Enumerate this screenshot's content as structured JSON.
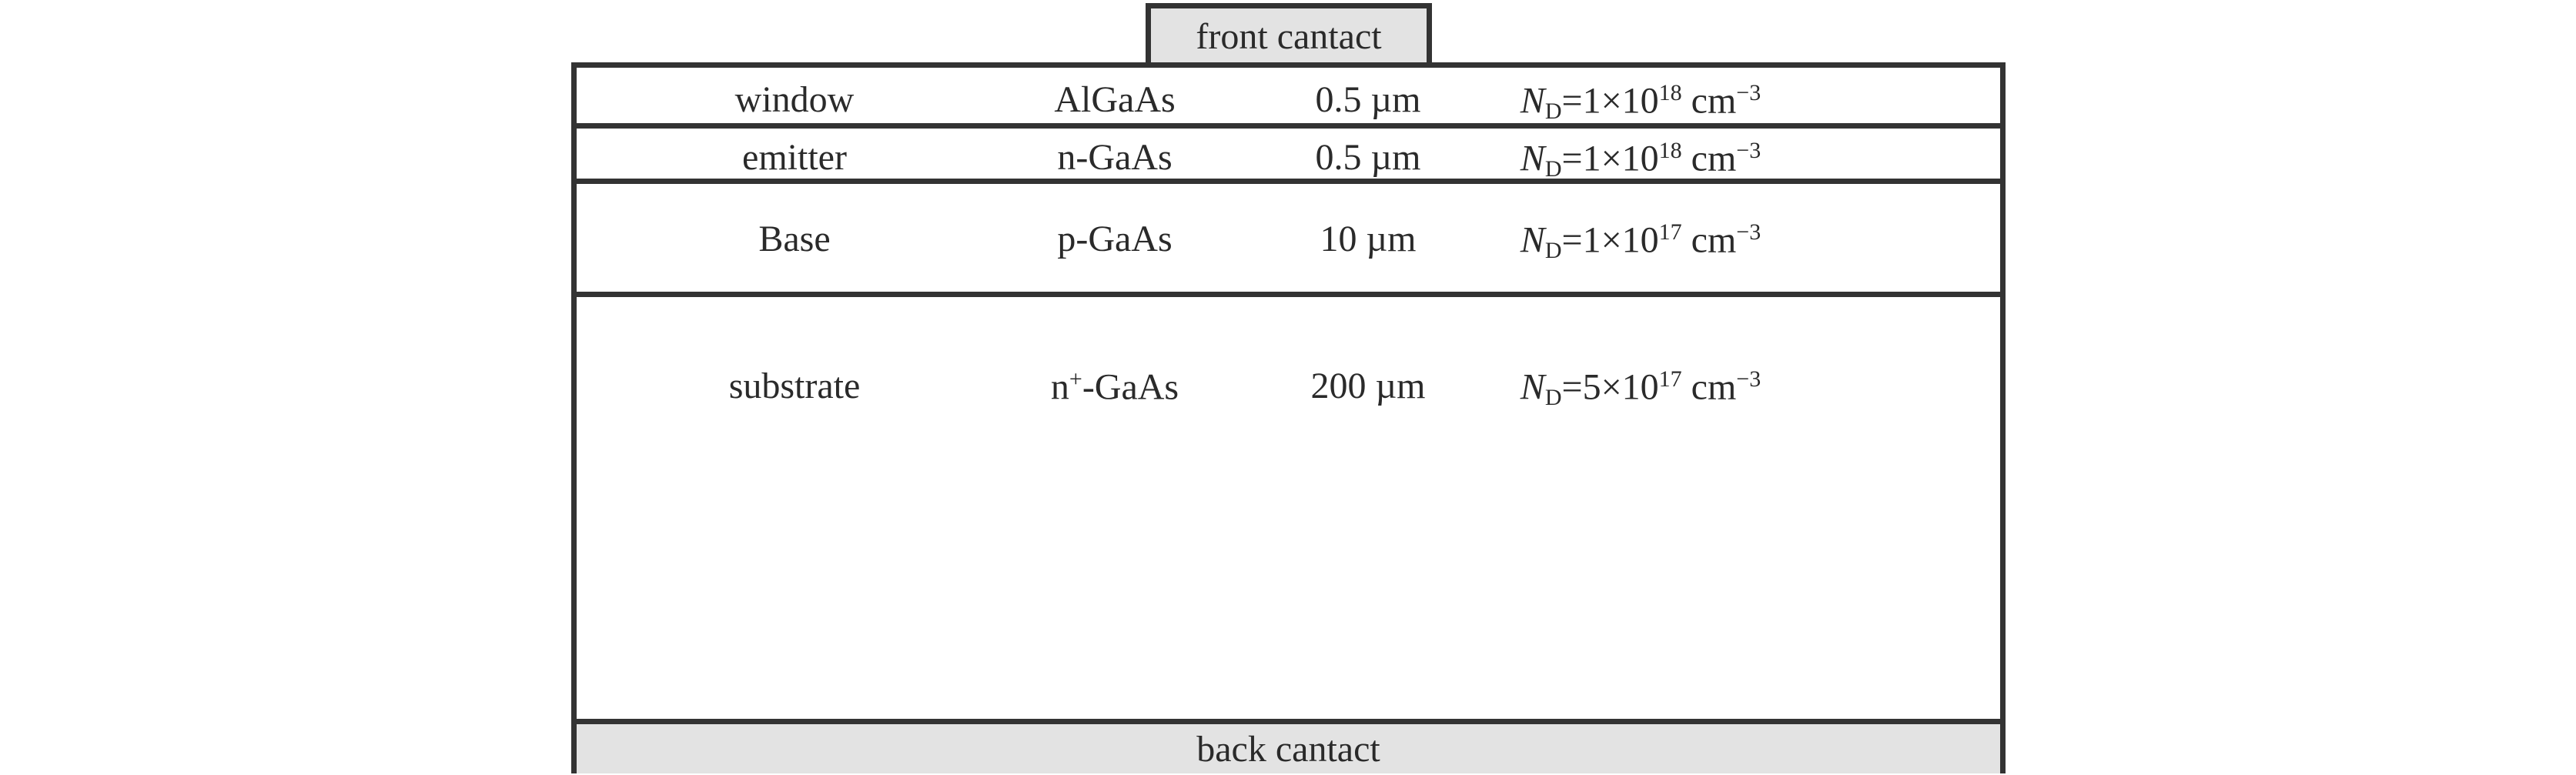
{
  "front_contact": {
    "label": "front cantact"
  },
  "layers": [
    {
      "name": "window",
      "material": "AlGaAs",
      "thickness": "0.5 µm",
      "doping": {
        "symbol": "N",
        "subscript": "D",
        "mantissa": "=1×10",
        "exponent": "18",
        "unit": " cm",
        "unit_exponent": "−3"
      }
    },
    {
      "name": "emitter",
      "material": "n-GaAs",
      "thickness": "0.5 µm",
      "doping": {
        "symbol": "N",
        "subscript": "D",
        "mantissa": "=1×10",
        "exponent": "18",
        "unit": " cm",
        "unit_exponent": "−3"
      }
    },
    {
      "name": "Base",
      "material": "p-GaAs",
      "thickness": "10 µm",
      "doping": {
        "symbol": "N",
        "subscript": "D",
        "mantissa": "=1×10",
        "exponent": "17",
        "unit": " cm",
        "unit_exponent": "−3"
      }
    },
    {
      "name": "substrate",
      "material_base": "n",
      "material_sup": "+",
      "material_rest": "-GaAs",
      "thickness": "200 µm",
      "doping": {
        "symbol": "N",
        "subscript": "D",
        "mantissa": "=5×10",
        "exponent": "17",
        "unit": " cm",
        "unit_exponent": "−3"
      }
    }
  ],
  "back_contact": {
    "label": "back cantact"
  },
  "colors": {
    "contact_fill": "#e3e3e3",
    "border": "#333333",
    "text": "#2a2a2a",
    "background": "#ffffff"
  }
}
